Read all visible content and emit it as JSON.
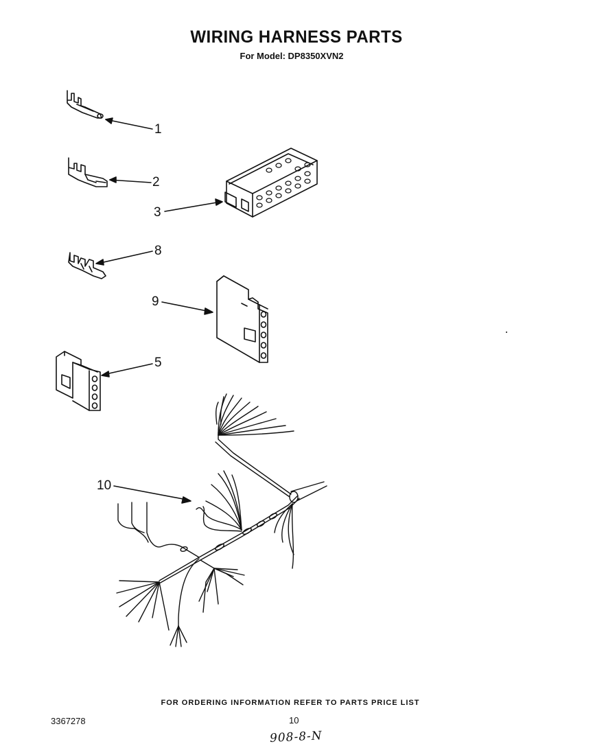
{
  "header": {
    "title": "WIRING HARNESS PARTS",
    "subtitle": "For Model: DP8350XVN2"
  },
  "parts": [
    {
      "callout": "1",
      "icon": "terminal-pin-icon"
    },
    {
      "callout": "2",
      "icon": "terminal-blade-icon"
    },
    {
      "callout": "3",
      "icon": "multi-pin-connector-block-icon"
    },
    {
      "callout": "8",
      "icon": "terminal-clip-icon"
    },
    {
      "callout": "9",
      "icon": "five-pin-connector-housing-icon"
    },
    {
      "callout": "5",
      "icon": "four-pin-connector-housing-icon"
    },
    {
      "callout": "10",
      "icon": "wiring-harness-icon"
    }
  ],
  "footer": {
    "ordering_note": "FOR ORDERING INFORMATION REFER TO PARTS PRICE LIST",
    "document_number": "3367278",
    "page_number": "10",
    "handwritten_note": "908-8-N"
  }
}
